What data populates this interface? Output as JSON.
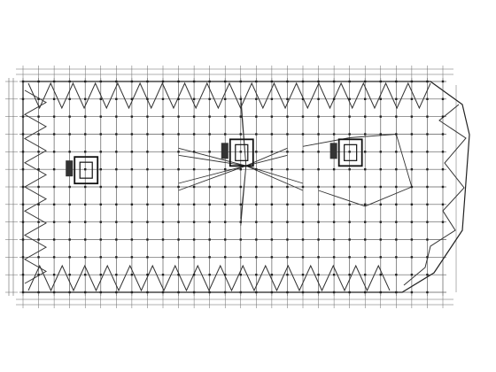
{
  "drawing": {
    "type": "structural-floor-framing-plan",
    "grid": {
      "vertical_lines": 28,
      "horizontal_lines": 13,
      "stroke_color": "#5a5a5a"
    },
    "outline": {
      "stroke_color": "#222222",
      "corner_cut": "bottom-right"
    },
    "perimeter_bracing": {
      "pattern": "zigzag-triangles",
      "top_edge_bays": 18,
      "bottom_edge_bays": 16,
      "left_edge_bays": 8,
      "stroke_color": "#333333"
    },
    "cores": [
      {
        "label": "core-left",
        "column": 4,
        "row": 5
      },
      {
        "label": "core-center",
        "column": 14,
        "row": 4
      },
      {
        "label": "core-right",
        "column": 21,
        "row": 4
      }
    ],
    "dimension_lines": {
      "stroke_color": "#666666"
    },
    "colors": {
      "background": "#ffffff",
      "line": "#2b2b2b",
      "light_line": "#8a8a8a"
    }
  }
}
